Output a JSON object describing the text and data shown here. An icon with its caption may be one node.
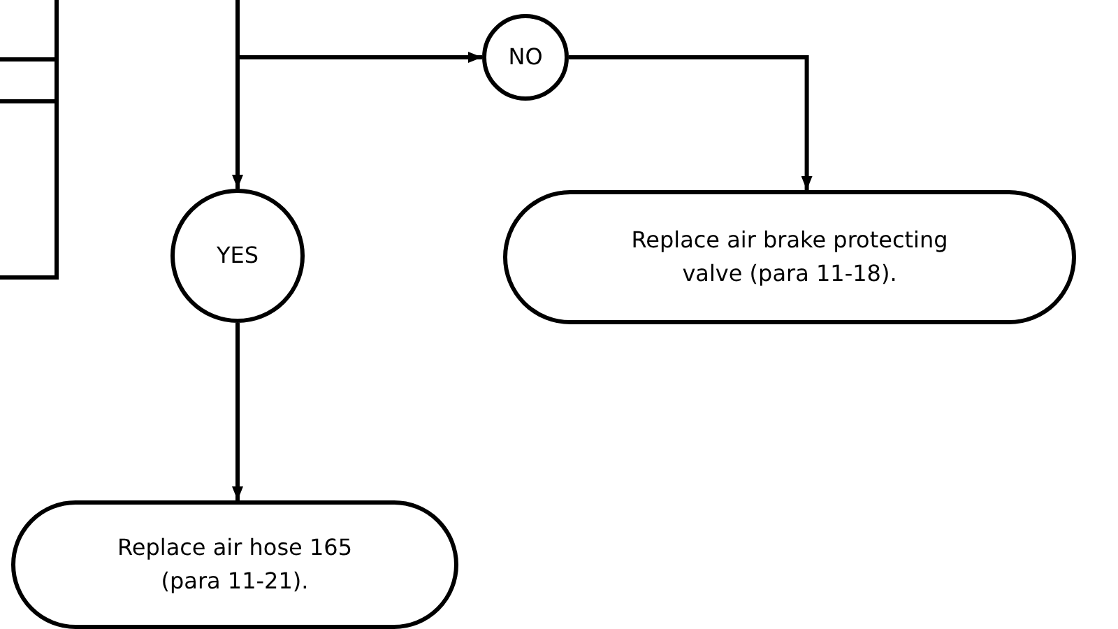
{
  "diagram": {
    "nodes": [
      {
        "text": [],
        "shape": "box"
      },
      {
        "text": [
          "NO"
        ]
      },
      {
        "text": [
          "YES"
        ]
      },
      {
        "text": [
          "Replace air brake protecting valve (para 11-18)."
        ]
      },
      {
        "text": [
          "Replace air hose 165 (para 11-21)."
        ]
      }
    ],
    "edges": [
      {
        "from": null,
        "to": 2,
        "arrow": "to"
      },
      {
        "from": null,
        "to": 1,
        "arrow": "to"
      },
      {
        "from": 1,
        "to": 3,
        "arrow": "to"
      },
      {
        "from": 2,
        "to": 4,
        "arrow": "to"
      }
    ]
  }
}
